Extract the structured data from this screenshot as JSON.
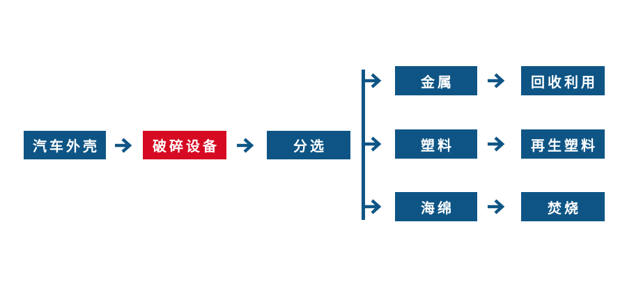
{
  "colors": {
    "node_blue": "#0E5585",
    "node_red": "#D60A22",
    "node_text": "#FFFFFF",
    "arrow_blue": "#0E5585",
    "background": "#FFFFFF"
  },
  "flowchart": {
    "main_nodes": [
      {
        "id": "car-shell",
        "label": "汽车外壳",
        "color": "blue"
      },
      {
        "id": "crushing-equipment",
        "label": "破碎设备",
        "color": "red"
      },
      {
        "id": "sorting",
        "label": "分选",
        "color": "blue"
      }
    ],
    "branches": [
      {
        "material": {
          "id": "metal",
          "label": "金属"
        },
        "outcome": {
          "id": "recycling",
          "label": "回收利用"
        }
      },
      {
        "material": {
          "id": "plastic",
          "label": "塑料"
        },
        "outcome": {
          "id": "recycled-plastic",
          "label": "再生塑料"
        }
      },
      {
        "material": {
          "id": "sponge",
          "label": "海绵"
        },
        "outcome": {
          "id": "incineration",
          "label": "焚烧"
        }
      }
    ]
  }
}
